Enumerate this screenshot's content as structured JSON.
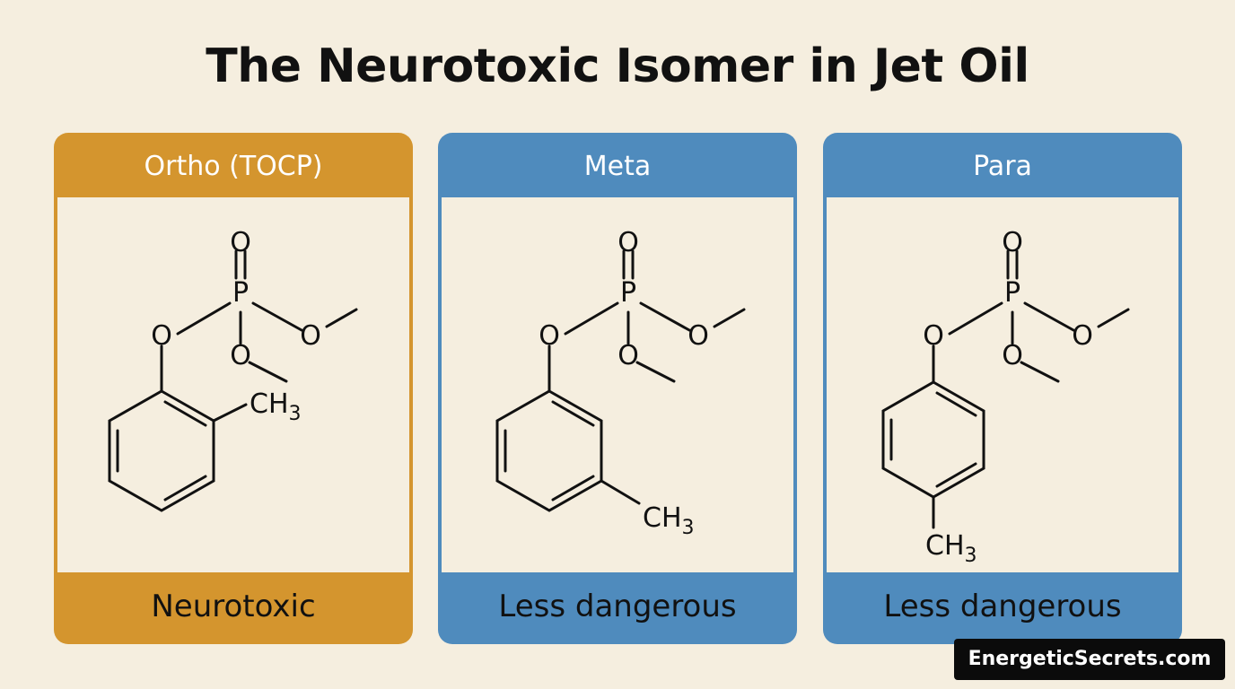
{
  "title": "The Neurotoxic Isomer in Jet Oil",
  "colors": {
    "ortho": "#d4952e",
    "meta": "#4f8bbd",
    "para": "#4f8bbd",
    "background": "#f5eedf"
  },
  "isomers": [
    {
      "name": "Ortho (TOCP)",
      "status": "Neurotoxic",
      "methyl_position": "ortho"
    },
    {
      "name": "Meta",
      "status": "Less dangerous",
      "methyl_position": "meta"
    },
    {
      "name": "Para",
      "status": "Less dangerous",
      "methyl_position": "para"
    }
  ],
  "atoms": {
    "oxygen": "O",
    "phosphorus": "P",
    "methyl": "CH",
    "methyl_subscript": "3"
  },
  "watermark": "EnergeticSecrets.com"
}
